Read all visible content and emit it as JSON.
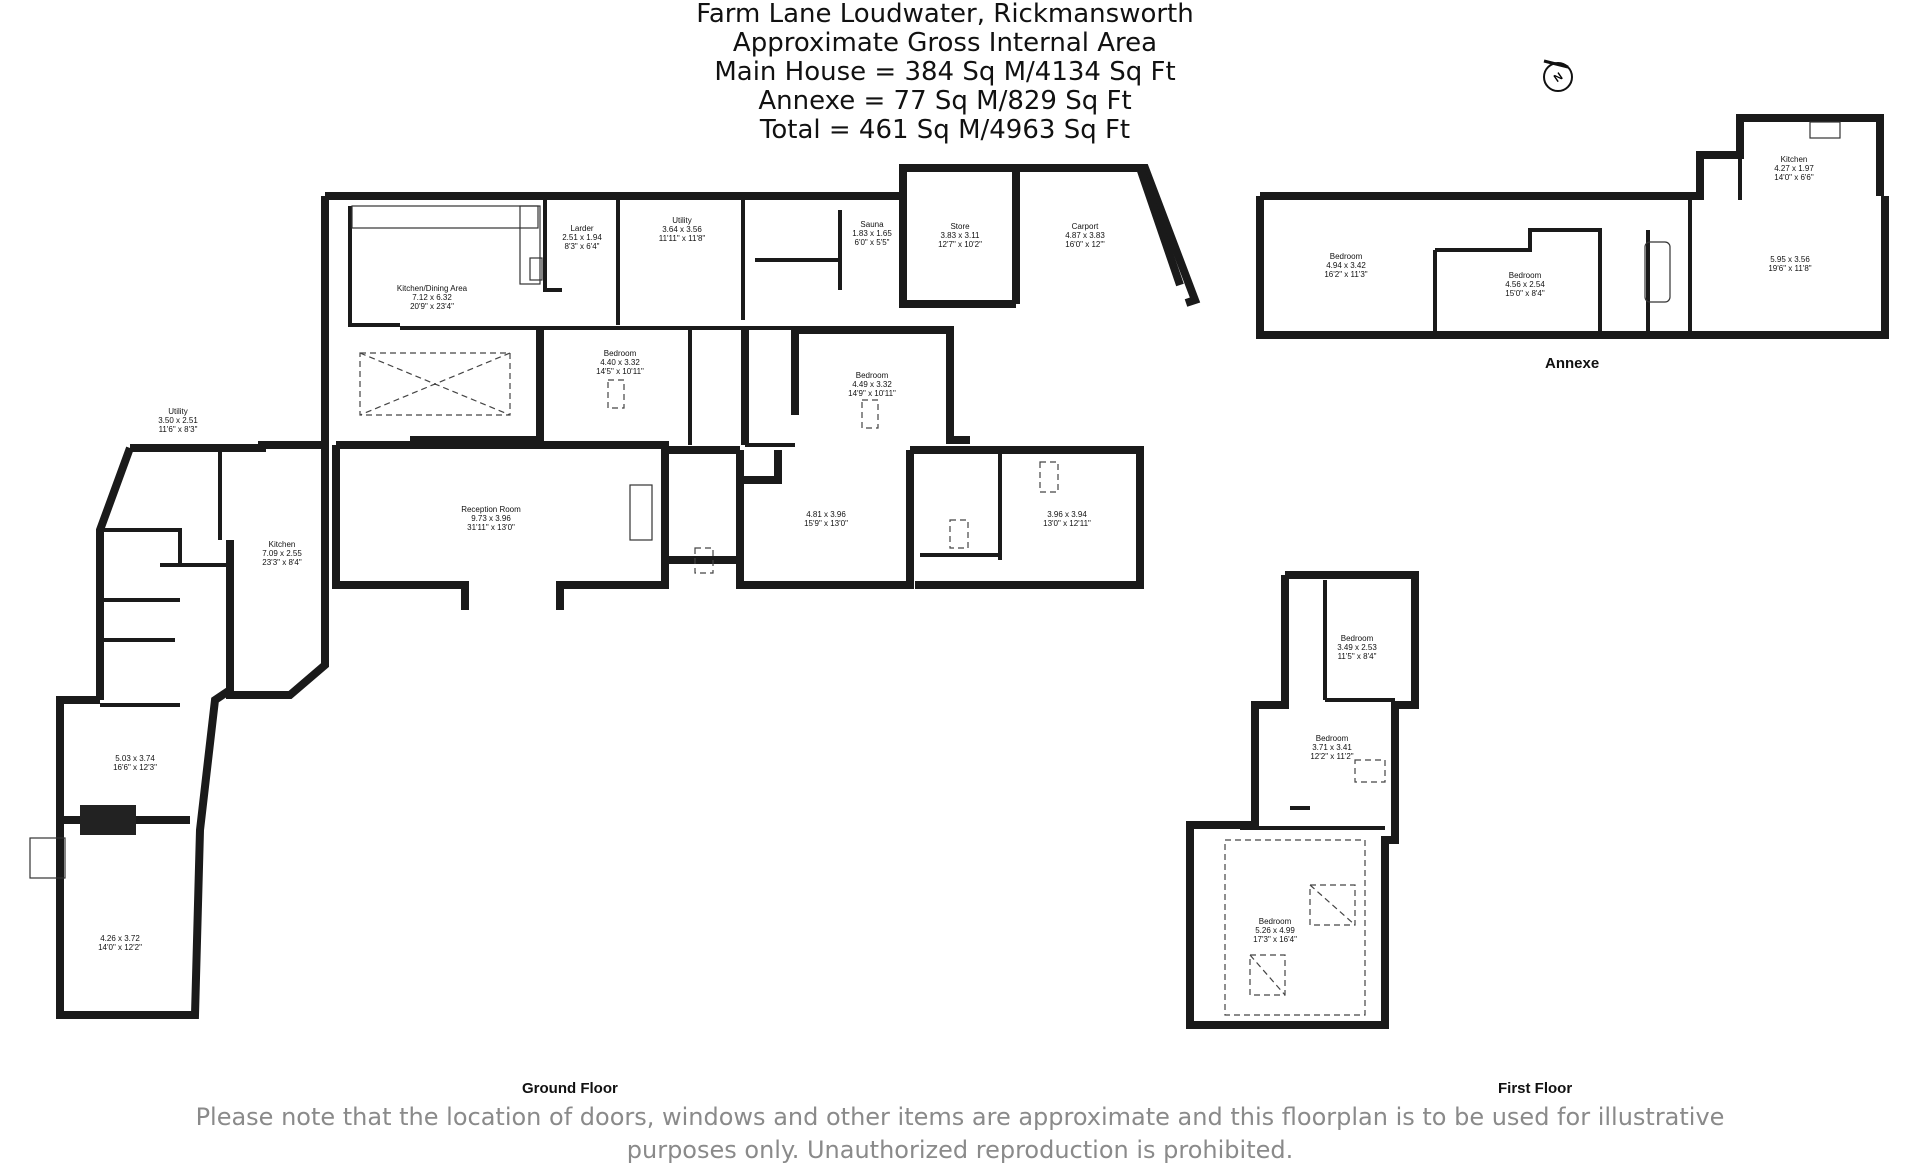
{
  "header": {
    "line1": "Farm Lane Loudwater, Rickmansworth",
    "line2": "Approximate Gross Internal Area",
    "line3": "Main House = 384 Sq M/4134 Sq Ft",
    "line4": "Annexe = 77 Sq M/829 Sq Ft",
    "line5": "Total = 461 Sq M/4963 Sq Ft"
  },
  "compass": {
    "label": "N"
  },
  "floors": {
    "ground": "Ground Floor",
    "first": "First Floor",
    "annexe": "Annexe"
  },
  "rooms": {
    "kitchen_dining": {
      "name": "Kitchen/Dining Area",
      "metric": "7.12 x 6.32",
      "imperial": "20'9\" x 23'4\""
    },
    "larder": {
      "name": "Larder",
      "metric": "2.51 x 1.94",
      "imperial": "8'3\" x 6'4\""
    },
    "utility1": {
      "name": "Utility",
      "metric": "3.64 x 3.56",
      "imperial": "11'11\" x 11'8\""
    },
    "sauna": {
      "name": "Sauna",
      "metric": "1.83 x 1.65",
      "imperial": "6'0\" x 5'5\""
    },
    "store": {
      "name": "Store",
      "metric": "3.83 x 3.11",
      "imperial": "12'7\" x 10'2\""
    },
    "carport": {
      "name": "Carport",
      "metric": "4.87 x 3.83",
      "imperial": "16'0\" x 12'\""
    },
    "bedroom_a": {
      "name": "Bedroom",
      "metric": "4.40 x 3.32",
      "imperial": "14'5\" x 10'11\""
    },
    "bedroom_b": {
      "name": "Bedroom",
      "metric": "4.49 x 3.32",
      "imperial": "14'9\" x 10'11\""
    },
    "utility2": {
      "name": "Utility",
      "metric": "3.50 x 2.51",
      "imperial": "11'6\" x 8'3\""
    },
    "reception": {
      "name": "Reception Room",
      "metric": "9.73 x 3.96",
      "imperial": "31'11\" x 13'0\""
    },
    "room_481": {
      "name": "",
      "metric": "4.81 x 3.96",
      "imperial": "15'9\" x 13'0\""
    },
    "room_396": {
      "name": "",
      "metric": "3.96 x 3.94",
      "imperial": "13'0\" x 12'11\""
    },
    "kitchen_g": {
      "name": "Kitchen",
      "metric": "7.09 x 2.55",
      "imperial": "23'3\" x 8'4\""
    },
    "room_503": {
      "name": "",
      "metric": "5.03 x 3.74",
      "imperial": "16'6\" x 12'3\""
    },
    "room_426": {
      "name": "",
      "metric": "4.26 x 3.72",
      "imperial": "14'0\" x 12'2\""
    },
    "ann_bed1": {
      "name": "Bedroom",
      "metric": "4.94 x 3.42",
      "imperial": "16'2\" x 11'3\""
    },
    "ann_bed2": {
      "name": "Bedroom",
      "metric": "4.56 x 2.54",
      "imperial": "15'0\" x 8'4\""
    },
    "ann_kitchen": {
      "name": "Kitchen",
      "metric": "4.27 x 1.97",
      "imperial": "14'0\" x 6'6\""
    },
    "ann_595": {
      "name": "",
      "metric": "5.95 x 3.56",
      "imperial": "19'6\" x 11'8\""
    },
    "ff_bed1": {
      "name": "Bedroom",
      "metric": "3.49 x 2.53",
      "imperial": "11'5\" x 8'4\""
    },
    "ff_bed2": {
      "name": "Bedroom",
      "metric": "3.71 x 3.41",
      "imperial": "12'2\" x 11'2\""
    },
    "ff_bed3": {
      "name": "Bedroom",
      "metric": "5.26 x 4.99",
      "imperial": "17'3\" x 16'4\""
    }
  },
  "disclaimer": {
    "line1": "Please note that the location of doors, windows and other items are approximate and this floorplan is to be used for illustrative",
    "line2": "purposes only. Unauthorized reproduction is prohibited."
  }
}
